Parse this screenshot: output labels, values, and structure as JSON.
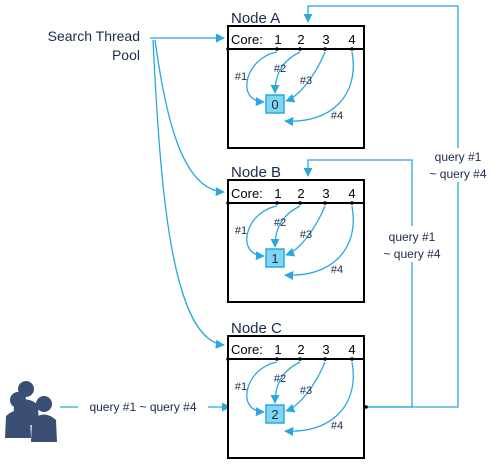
{
  "pool": {
    "line1": "Search Thread",
    "line2": "Pool"
  },
  "nodes": [
    {
      "title": "Node A",
      "core_prefix": "Core:",
      "cores": [
        "1",
        "2",
        "3",
        "4"
      ],
      "threads": [
        "#1",
        "#2",
        "#3",
        "#4"
      ],
      "shard": "0"
    },
    {
      "title": "Node B",
      "core_prefix": "Core:",
      "cores": [
        "1",
        "2",
        "3",
        "4"
      ],
      "threads": [
        "#1",
        "#2",
        "#3",
        "#4"
      ],
      "shard": "1"
    },
    {
      "title": "Node C",
      "core_prefix": "Core:",
      "cores": [
        "1",
        "2",
        "3",
        "4"
      ],
      "threads": [
        "#1",
        "#2",
        "#3",
        "#4"
      ],
      "shard": "2"
    }
  ],
  "queries_in": "query #1 ~ query #4",
  "forward_to_a": {
    "line1": "query #1",
    "line2": "~ query #4"
  },
  "forward_to_b": {
    "line1": "query #1",
    "line2": "~ query #4"
  },
  "colors": {
    "arrow": "#29a8de",
    "shard_fill": "#7fd6ee",
    "box_border": "#000000",
    "users": "#3a4f73"
  },
  "icons": {
    "users": "users-group-icon"
  }
}
